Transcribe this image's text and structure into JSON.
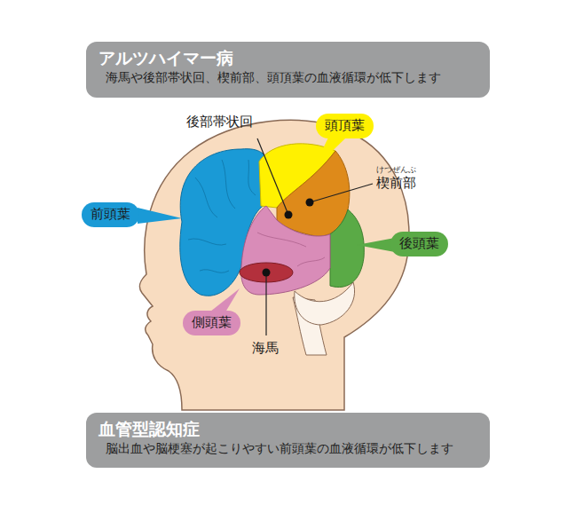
{
  "diagram": {
    "nodes": [
      {
        "text": [
          "アルツハイマー病",
          "海馬や後部帯状回、楔前部、頭頂葉の血液循環が低下します"
        ]
      },
      {
        "text": [
          "前頭葉"
        ]
      },
      {
        "text": [
          "頭頂葉"
        ]
      },
      {
        "text": [
          "後頭葉"
        ]
      },
      {
        "text": [
          "側頭葉"
        ]
      },
      {
        "text": [
          "血管型認知症",
          "脳出血や脳梗塞が起こりやすい前頭葉の血液循環が低下します"
        ]
      }
    ],
    "labels": [
      "後部帯状回",
      "けつぜんぶ",
      "楔前部",
      "海馬"
    ]
  }
}
